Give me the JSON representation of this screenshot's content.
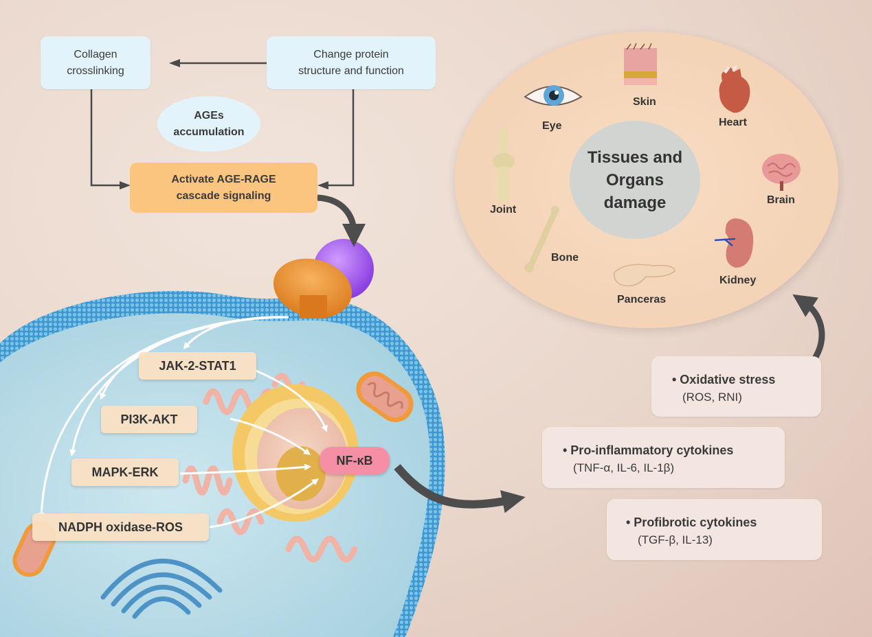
{
  "flow": {
    "collagen": "Collagen crosslinking",
    "collagen_l1": "Collagen",
    "collagen_l2": "crosslinking",
    "change_l1": "Change protein",
    "change_l2": "structure and function",
    "ages_l1": "AGEs",
    "ages_l2": "accumulation",
    "activate_l1": "Activate AGE-RAGE",
    "activate_l2": "cascade signaling"
  },
  "cell": {
    "pathways": [
      {
        "label": "JAK-2-STAT1"
      },
      {
        "label": "PI3K-AKT"
      },
      {
        "label": "MAPK-ERK"
      },
      {
        "label": "NADPH oxidase-ROS"
      }
    ],
    "hub": "NF-κB"
  },
  "organs": {
    "center_l1": "Tissues and",
    "center_l2": "Organs",
    "center_l3": "damage",
    "items": [
      {
        "label": "Skin",
        "icon": "skin-icon"
      },
      {
        "label": "Eye",
        "icon": "eye-icon"
      },
      {
        "label": "Heart",
        "icon": "heart-icon"
      },
      {
        "label": "Joint",
        "icon": "joint-icon"
      },
      {
        "label": "Brain",
        "icon": "brain-icon"
      },
      {
        "label": "Bone",
        "icon": "bone-icon"
      },
      {
        "label": "Kidney",
        "icon": "kidney-icon"
      },
      {
        "label": "Panceras",
        "icon": "pancreas-icon"
      }
    ]
  },
  "effects": [
    {
      "title": "• Oxidative stress",
      "sub": "(ROS, RNI)"
    },
    {
      "title": "• Pro-inflammatory cytokines",
      "sub": "(TNF-α, IL-6, IL-1β)"
    },
    {
      "title": "• Profibrotic cytokines",
      "sub": "(TGF-β, IL-13)"
    }
  ],
  "colors": {
    "flow_box": "#e3f3fb",
    "activate_box": "#fbc57f",
    "pathway_box": "#fae0c4",
    "nfkb": "#f58fa6",
    "organ_ring": "#f4d3b6",
    "organ_center": "#d2d4d2",
    "effect_box": "#f3e5df",
    "membrane": "#4aa8dc",
    "cytoplasm": "#b9dbe6"
  }
}
